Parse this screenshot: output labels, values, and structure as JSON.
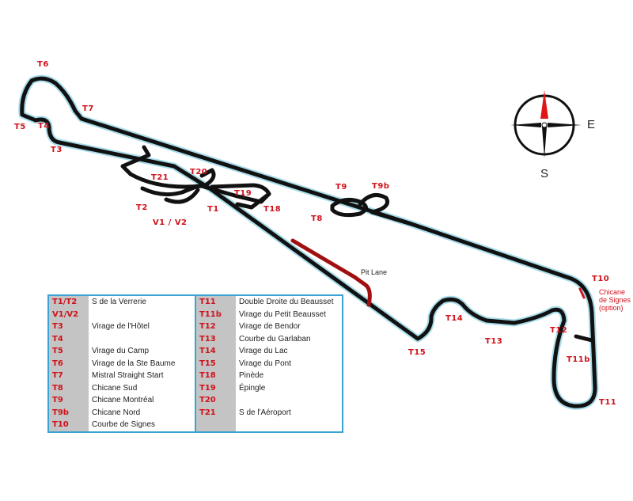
{
  "compass": {
    "east": "E",
    "south": "S"
  },
  "turn_labels": {
    "t1": "T1",
    "t2": "T2",
    "v1v2": "V1 / V2",
    "t3": "T3",
    "t4": "T4",
    "t5": "T5",
    "t6": "T6",
    "t7": "T7",
    "t8": "T8",
    "t9": "T9",
    "t9b": "T9b",
    "t10": "T10",
    "t11": "T11",
    "t11b": "T11b",
    "t12": "T12",
    "t13": "T13",
    "t14": "T14",
    "t15": "T15",
    "t18": "T18",
    "t19": "T19",
    "t20": "T20",
    "t21": "T21"
  },
  "pit_lane": "Pit Lane",
  "chicane_note": [
    "Chicane",
    "de Signes",
    "(option)"
  ],
  "legend": {
    "left": [
      {
        "code": "T1/T2",
        "name": "S de la Verrerie"
      },
      {
        "code": "V1/V2",
        "name": ""
      },
      {
        "code": "T3",
        "name": "Virage de l'Hôtel"
      },
      {
        "code": "T4",
        "name": ""
      },
      {
        "code": "T5",
        "name": "Virage du Camp"
      },
      {
        "code": "T6",
        "name": "Virage de la Ste Baume"
      },
      {
        "code": "T7",
        "name": "Mistral Straight Start"
      },
      {
        "code": "T8",
        "name": "Chicane Sud"
      },
      {
        "code": "T9",
        "name": "Chicane Montréal"
      },
      {
        "code": "T9b",
        "name": "Chicane Nord"
      },
      {
        "code": "T10",
        "name": "Courbe de Signes"
      }
    ],
    "right": [
      {
        "code": "T11",
        "name": "Double Droite du Beausset"
      },
      {
        "code": "T11b",
        "name": "Virage du Petit Beausset"
      },
      {
        "code": "T12",
        "name": "Virage de Bendor"
      },
      {
        "code": "T13",
        "name": "Courbe du Garlaban"
      },
      {
        "code": "T14",
        "name": "Virage du Lac"
      },
      {
        "code": "T15",
        "name": "Virage du Pont"
      },
      {
        "code": "T18",
        "name": "Pinède"
      },
      {
        "code": "T19",
        "name": "Épingle"
      },
      {
        "code": "T20",
        "name": ""
      },
      {
        "code": "T21",
        "name": "S de l'Aéroport"
      },
      {
        "code": "",
        "name": ""
      }
    ]
  },
  "colors": {
    "label": "#d0111b",
    "track": "#111111",
    "halo": "#a8dcea",
    "pit": "#a01010",
    "border": "#3aa3d3"
  }
}
